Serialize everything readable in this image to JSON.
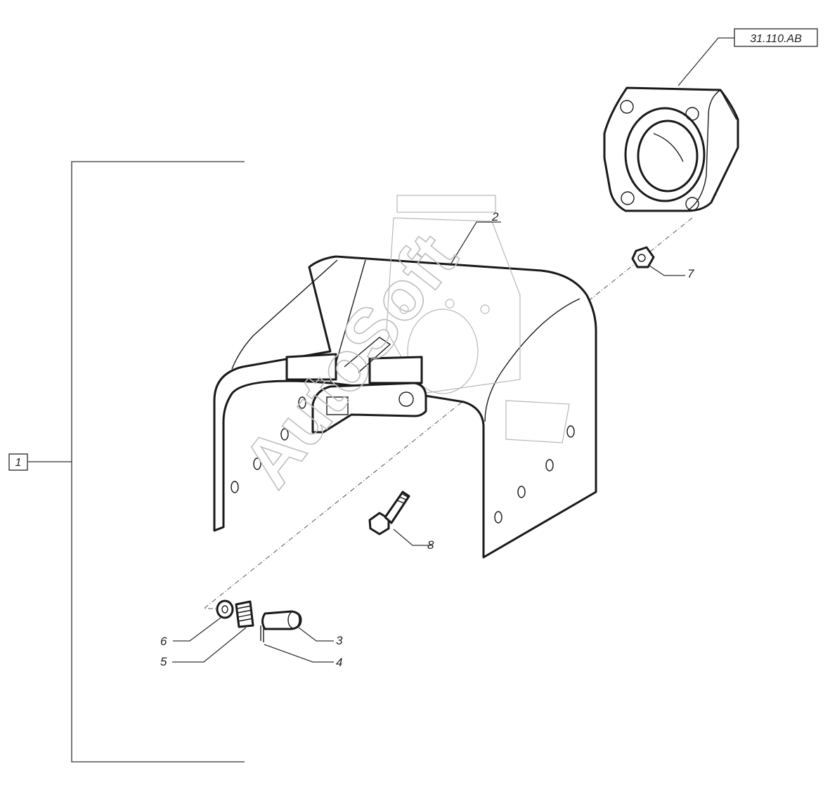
{
  "callouts": {
    "group_ref": "1",
    "cross_ref": "31.110.AB",
    "p2": "2",
    "p3": "3",
    "p4": "4",
    "p5": "5",
    "p6": "6",
    "p7": "7",
    "p8": "8"
  },
  "watermark": "AutoSoft"
}
